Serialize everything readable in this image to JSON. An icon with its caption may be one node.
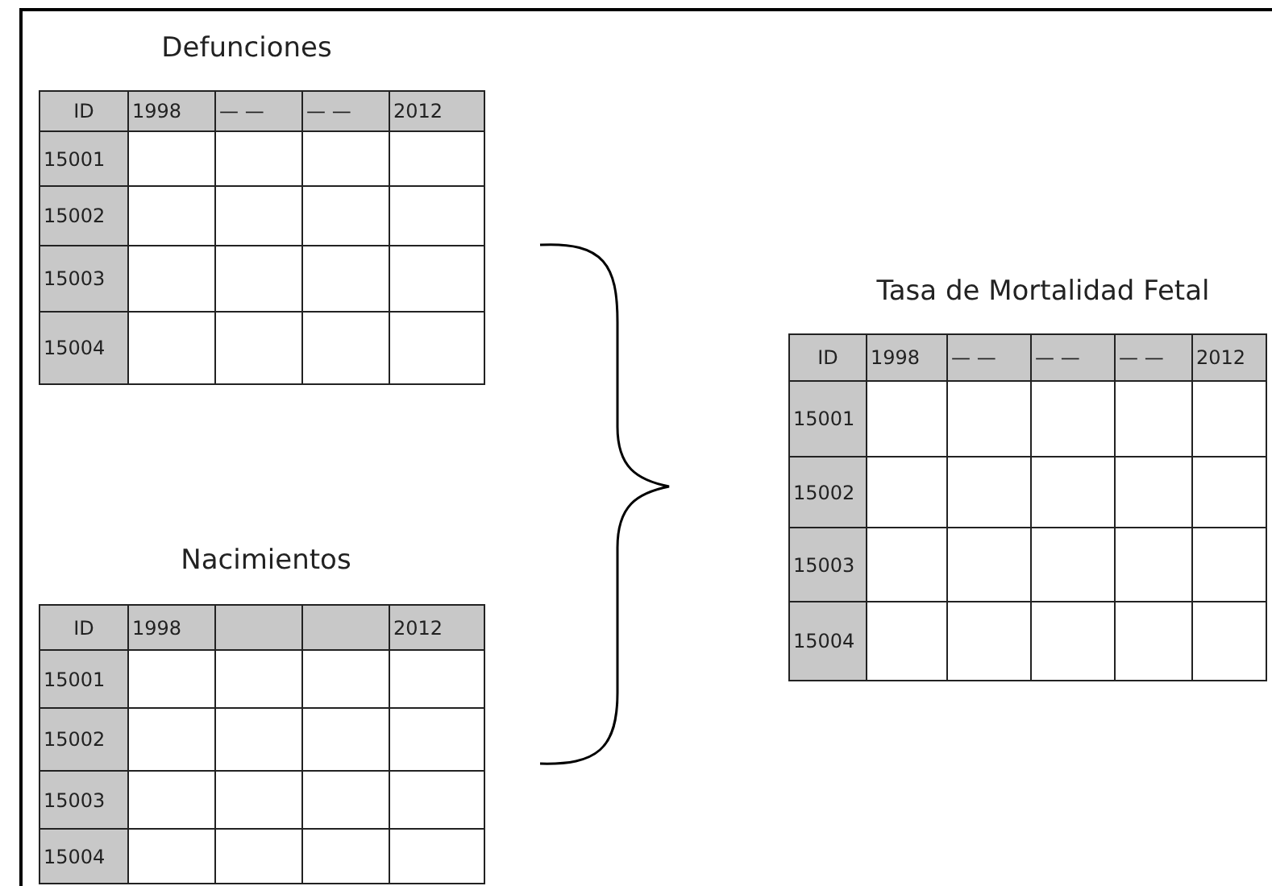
{
  "diagram": {
    "labels": [
      "Defunciones",
      "ID",
      "1998",
      "— —",
      "— —",
      "2012",
      "15001",
      "15002",
      "15003",
      "15004",
      "Tasa de Mortalidad Fetal",
      "ID",
      "1998",
      "— —",
      "— —",
      "— —",
      "2012",
      "15001",
      "15002",
      "15003",
      "15004",
      "Nacimientos",
      "ID",
      "1998",
      "2012",
      "15001",
      "15002",
      "15003",
      "15004"
    ]
  }
}
